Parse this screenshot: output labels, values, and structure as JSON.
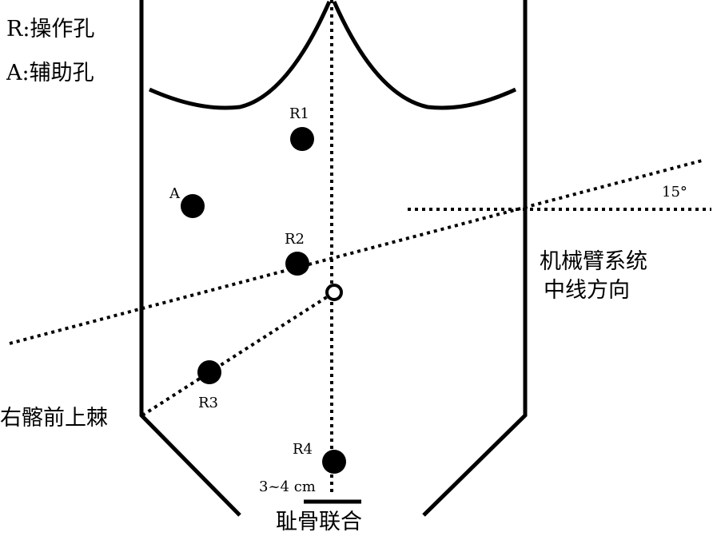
{
  "legend": {
    "r_line": "R:操作孔",
    "a_line": "A:辅助孔"
  },
  "ports": {
    "r1": "R1",
    "a": "A",
    "r2": "R2",
    "r3": "R3",
    "r4": "R4"
  },
  "angle_label": "15°",
  "robot_axis_label": [
    "机械臂系统",
    "中线方向"
  ],
  "asis_label": "右髂前上棘",
  "distance_label": "3~4 cm",
  "pubis_label": "耻骨联合",
  "colors": {
    "ink": "#000000",
    "background": "#ffffff"
  }
}
